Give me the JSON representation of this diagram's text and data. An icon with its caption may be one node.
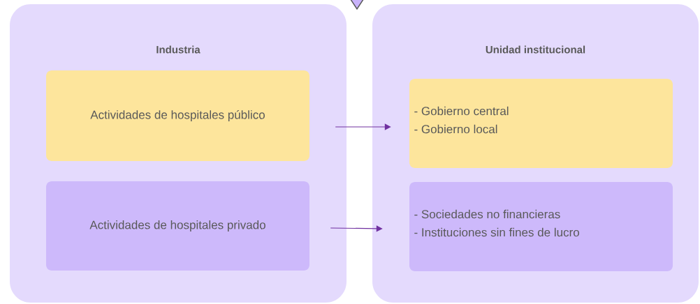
{
  "diagram": {
    "nodes": [
      {
        "text": [
          "Industria"
        ]
      },
      {
        "text": [
          "Actividades de hospitales público"
        ],
        "in": 0
      },
      {
        "text": [
          "Actividades de hospitales privado"
        ],
        "in": 0
      },
      {
        "text": [
          "Unidad institucional"
        ]
      },
      {
        "text": [
          "- Gobierno central",
          "- Gobierno local"
        ],
        "in": 3
      },
      {
        "text": [
          "- Sociedades no financieras",
          "- Instituciones sin fines de lucro"
        ],
        "in": 3
      }
    ],
    "edges": [
      {
        "from": 1,
        "to": 4,
        "arrow": "to"
      },
      {
        "from": 2,
        "to": 5,
        "arrow": "to"
      }
    ]
  }
}
